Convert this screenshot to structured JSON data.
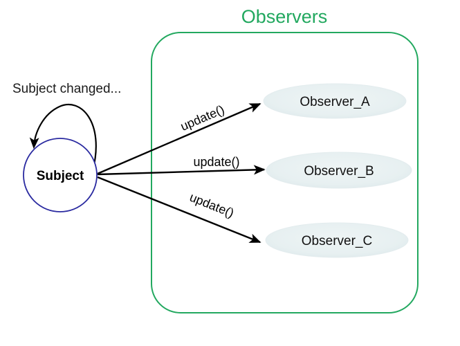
{
  "diagram": {
    "background": "#ffffff",
    "note": {
      "text": "Subject changed..."
    },
    "subject": {
      "label": "Subject",
      "stroke": "#2a2aa0",
      "fill": "#ffffff"
    },
    "self_loop": {
      "name": "self-notify-loop"
    },
    "group": {
      "title": "Observers",
      "color": "#22a85f"
    },
    "observers": [
      {
        "label": "Observer_A",
        "fill": "#e9f1f2"
      },
      {
        "label": "Observer_B",
        "fill": "#e9f1f2"
      },
      {
        "label": "Observer_C",
        "fill": "#e9f1f2"
      }
    ],
    "edges": [
      {
        "label": "update()",
        "from": "Subject",
        "to": "Observer_A"
      },
      {
        "label": "update()",
        "from": "Subject",
        "to": "Observer_B"
      },
      {
        "label": "update()",
        "from": "Subject",
        "to": "Observer_C"
      }
    ]
  }
}
